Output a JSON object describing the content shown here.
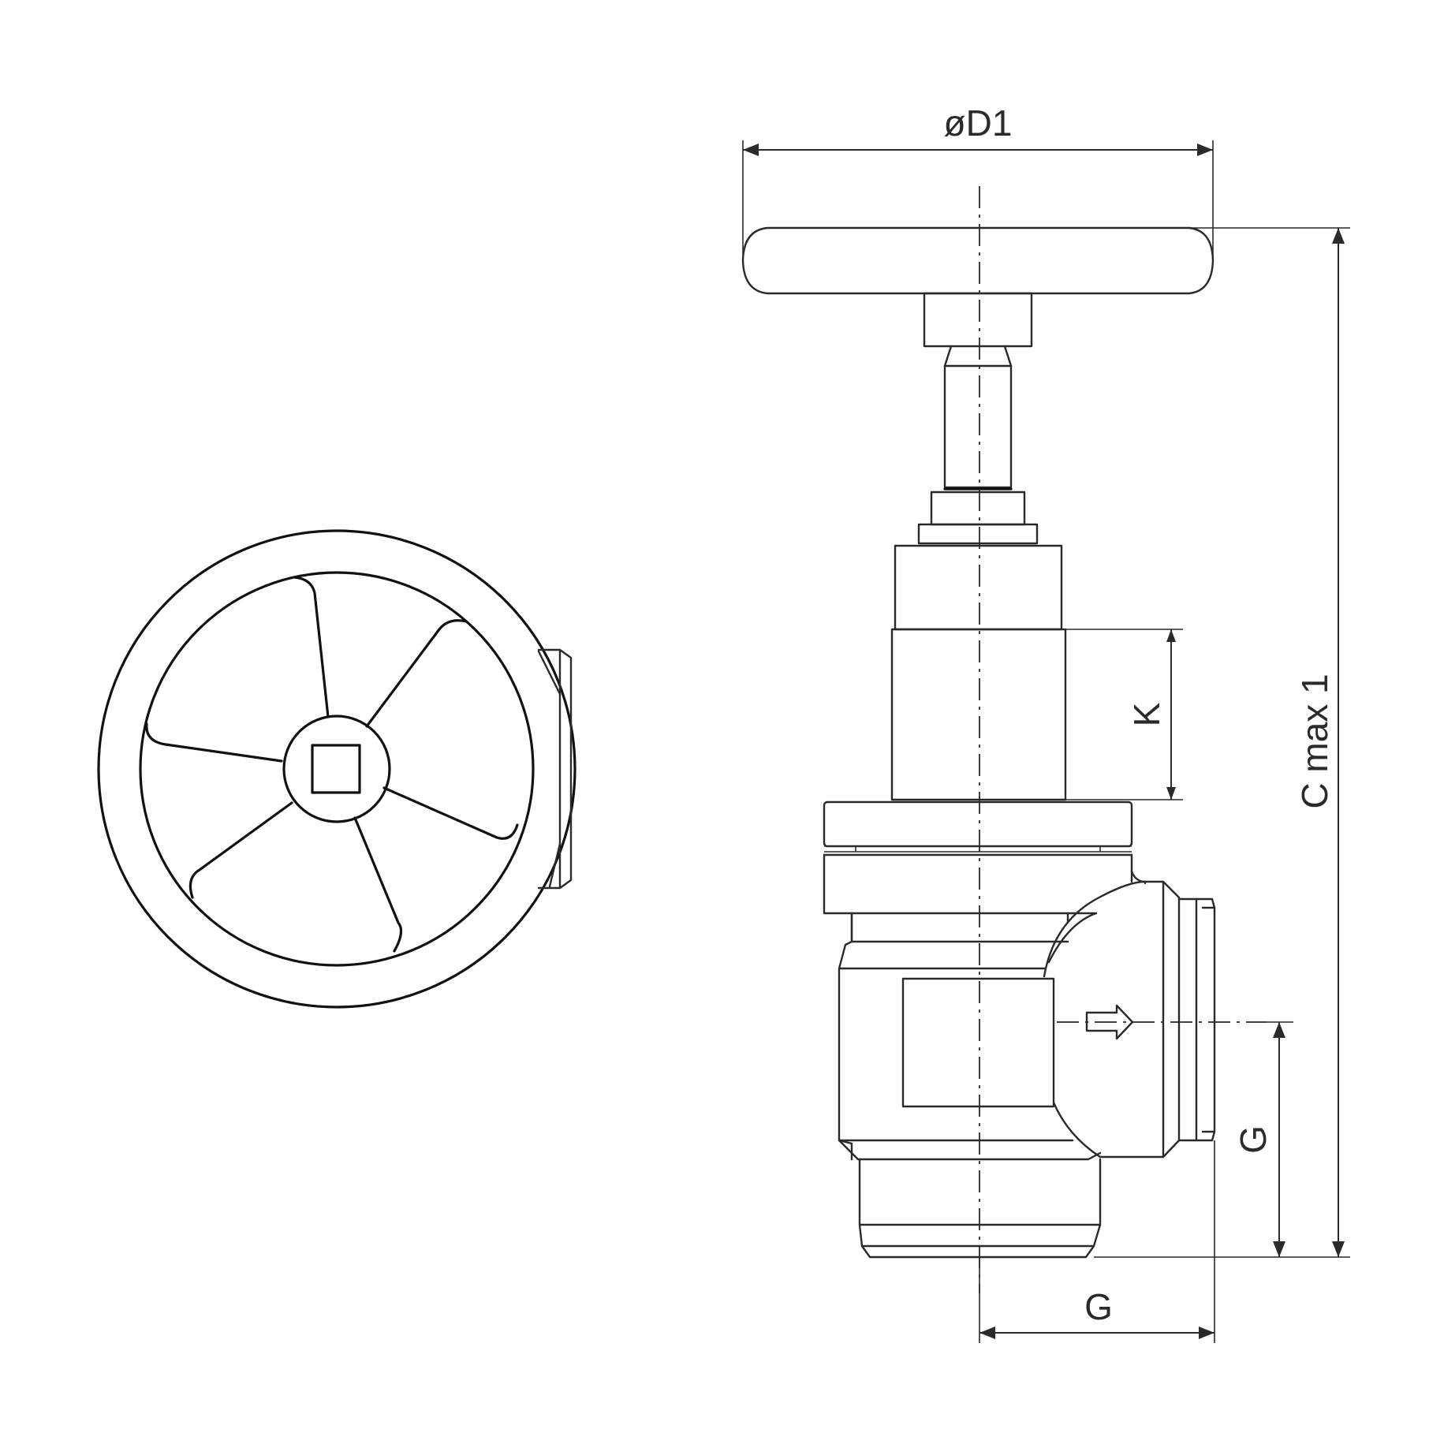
{
  "labels": {
    "handwheel_diameter": "øD1",
    "height_max": "C max 1",
    "spindle_height": "K",
    "outlet_thread_vertical": "G",
    "outlet_thread_horizontal": "G"
  },
  "colors": {
    "line": "#2a2a2a",
    "background": "#ffffff"
  }
}
